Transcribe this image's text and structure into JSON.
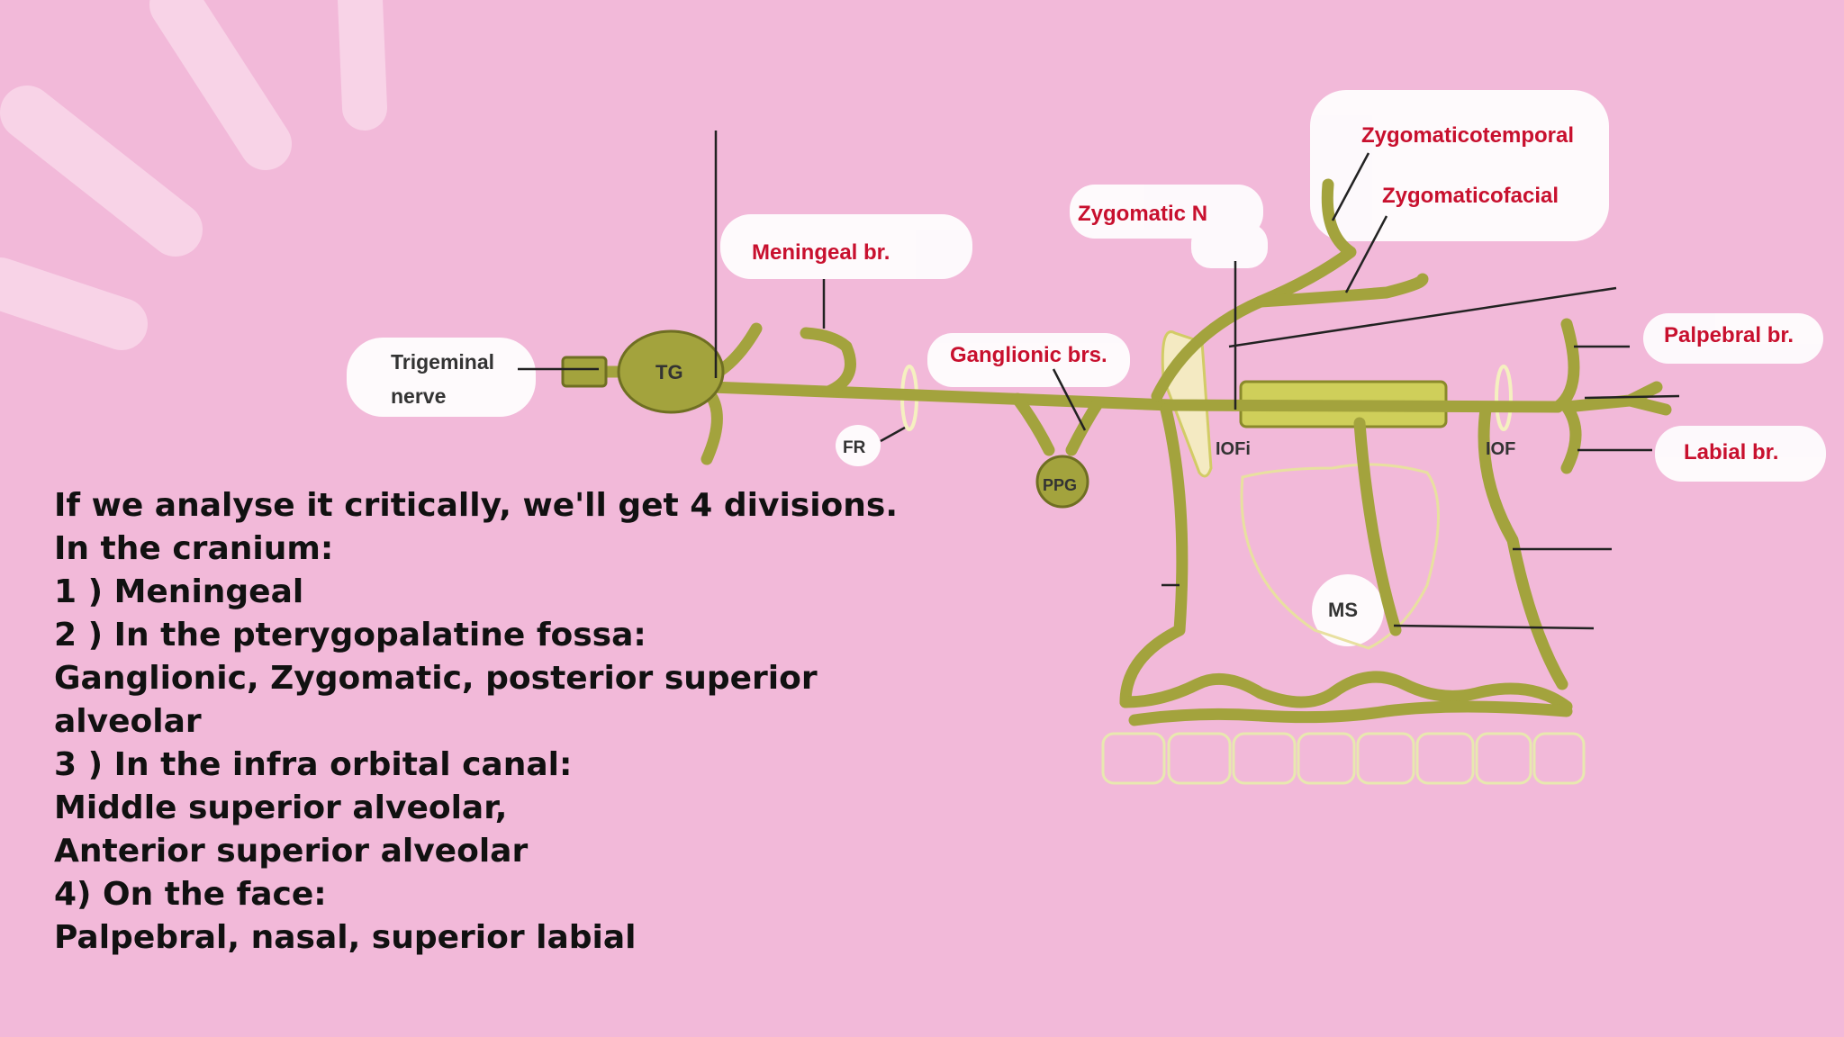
{
  "labels": {
    "trigeminal_line1": "Trigeminal",
    "trigeminal_line2": "nerve",
    "tg": "TG",
    "meningeal": "Meningeal br.",
    "fr": "FR",
    "ganglionic": "Ganglionic brs.",
    "ppg": "PPG",
    "zygomatic": "Zygomatic N",
    "zygomaticotemporal": "Zygomaticotemporal",
    "zygomaticofacial": "Zygomaticofacial",
    "iofi": "IOFi",
    "iof": "IOF",
    "palpebral": "Palpebral br.",
    "labial": "Labial br.",
    "ms": "MS"
  },
  "colors": {
    "background": "#f2b9d9",
    "nerve": "#a3a33d",
    "nerve_outline": "#6f6f22",
    "canal": "#cfcf5a",
    "label_red": "#c8102e",
    "text": "#111111"
  },
  "text_lines": [
    " If we analyse it critically, we'll get 4 divisions.",
    "In the cranium:",
    " 1 ) Meningeal",
    "2 ) In the pterygopalatine fossa:",
    "Ganglionic, Zygomatic, posterior superior",
    "alveolar",
    "3 ) In the infra orbital canal:",
    "Middle superior alveolar,",
    "Anterior superior alveolar",
    "4) On the face:",
    "Palpebral, nasal, superior labial"
  ]
}
